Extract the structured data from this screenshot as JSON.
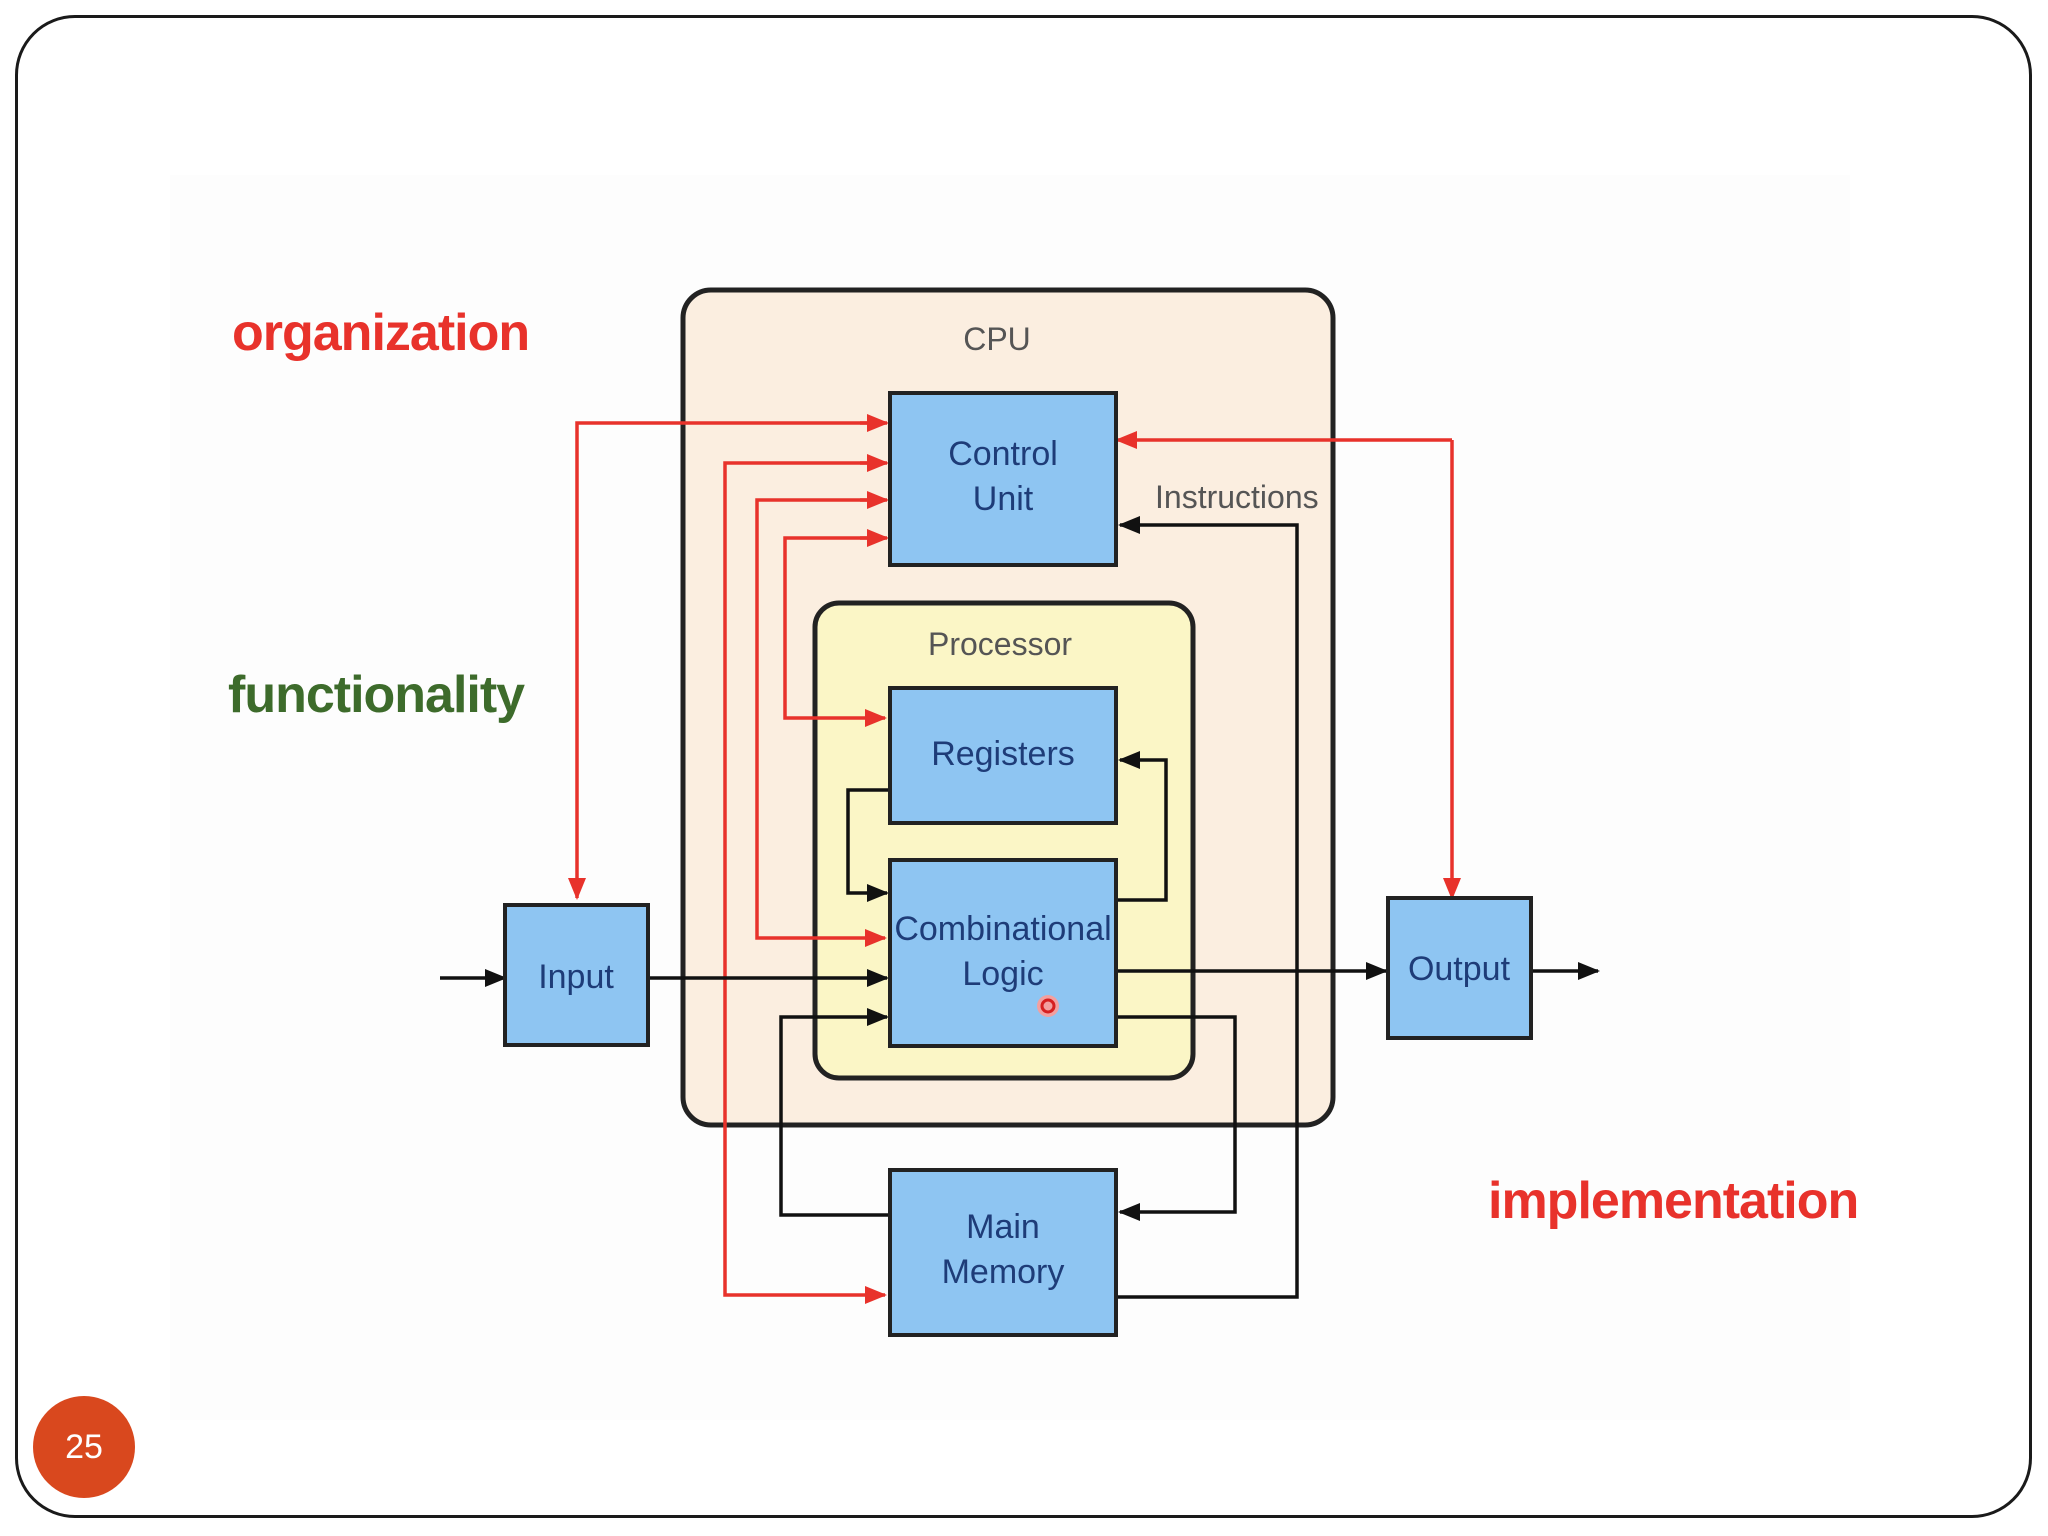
{
  "colors": {
    "red": "#e8322b",
    "green": "#3d6b2b",
    "box_fill": "#8ec5f2",
    "cpu_fill": "#fbeee0",
    "processor_fill": "#fbf6c6",
    "badge": "#d9481e"
  },
  "labels": {
    "organization": "organization",
    "functionality": "functionality",
    "implementation": "implementation"
  },
  "groups": {
    "cpu": "CPU",
    "processor": "Processor"
  },
  "boxes": {
    "control_unit": {
      "line1": "Control",
      "line2": "Unit"
    },
    "registers": "Registers",
    "combinational_logic": {
      "line1": "Combinational",
      "line2": "Logic"
    },
    "input": "Input",
    "output": "Output",
    "main_memory": {
      "line1": "Main",
      "line2": "Memory"
    }
  },
  "edge_labels": {
    "instructions": "Instructions"
  },
  "page_number": "25"
}
